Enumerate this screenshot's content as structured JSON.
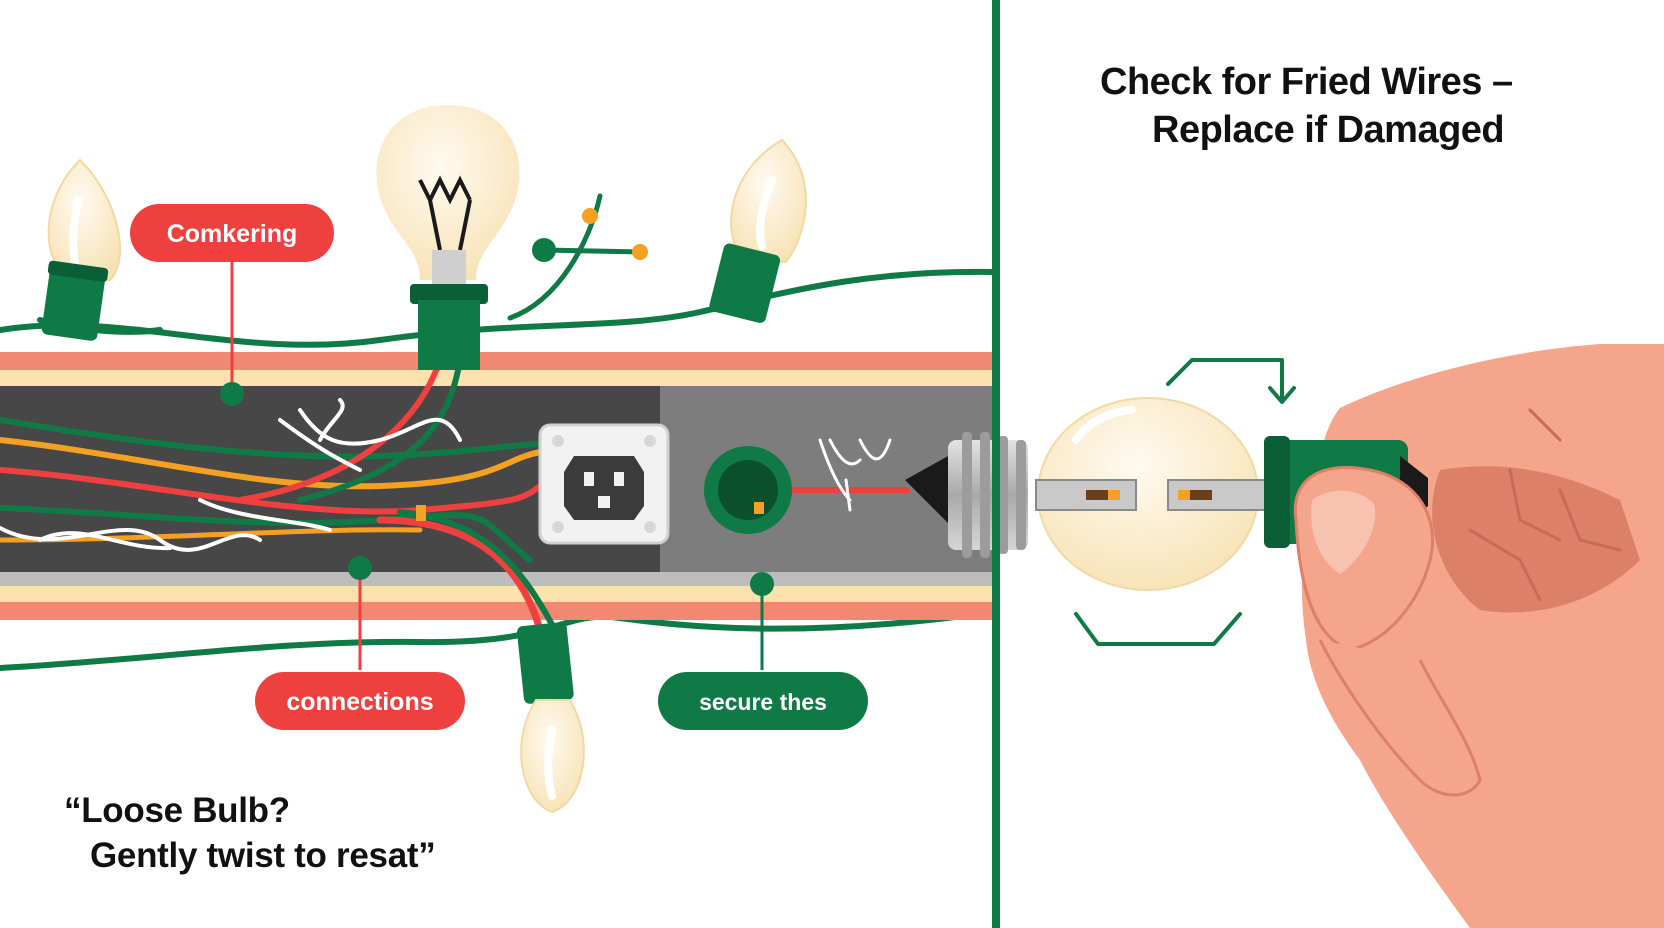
{
  "heading": {
    "line1": "Check for Fried Wires –",
    "line2": "Replace if Damaged"
  },
  "quote": {
    "line1": "“Loose Bulb?",
    "line2": "Gently twist to resat”"
  },
  "callouts": {
    "top": "Comkering",
    "bottom_left": "connections",
    "bottom_right": "secure thes"
  },
  "colors": {
    "green": "#0f7a45",
    "red": "#ef4040",
    "orange": "#f4a023",
    "bulb": "#fbeccb",
    "channel_dark": "#474747",
    "channel_mid": "#7d7d7d",
    "salmon": "#f08872",
    "cream": "#fbe2ad",
    "skin": "#f4a58c",
    "skin_shadow": "#dc8168"
  },
  "icons": [
    "bulb-icon",
    "outlet-icon",
    "socket-icon",
    "hand-icon",
    "rotate-arrow-icon",
    "frayed-wire-icon"
  ]
}
